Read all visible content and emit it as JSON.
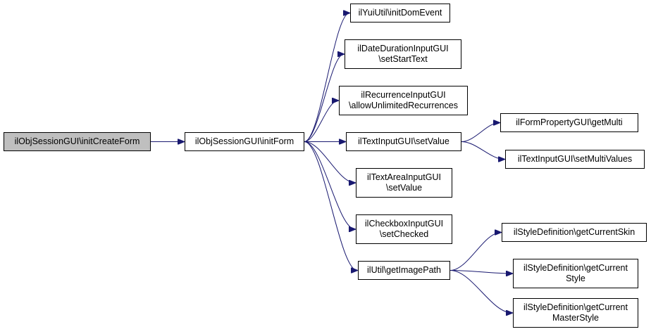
{
  "colors": {
    "edge": "#191970",
    "node_border": "#000000",
    "root_fill": "#bfbfbf",
    "node_fill": "#ffffff"
  },
  "nodes": {
    "init_create_form": "ilObjSessionGUI\\initCreateForm",
    "init_form": "ilObjSessionGUI\\initForm",
    "yui_init_dom_event": "ilYuiUtil\\initDomEvent",
    "date_duration_set_start_text": "ilDateDurationInputGUI\n\\setStartText",
    "recurrence_allow_unlimited": "ilRecurrenceInputGUI\n\\allowUnlimitedRecurrences",
    "text_input_set_value": "ilTextInputGUI\\setValue",
    "text_area_set_value": "ilTextAreaInputGUI\n\\setValue",
    "checkbox_set_checked": "ilCheckboxInputGUI\n\\setChecked",
    "util_get_image_path": "ilUtil\\getImagePath",
    "form_property_get_multi": "ilFormPropertyGUI\\getMulti",
    "text_input_set_multi_values": "ilTextInputGUI\\setMultiValues",
    "style_get_current_skin": "ilStyleDefinition\\getCurrentSkin",
    "style_get_current_style": "ilStyleDefinition\\getCurrent\nStyle",
    "style_get_current_master_style": "ilStyleDefinition\\getCurrent\nMasterStyle"
  },
  "edges": [
    [
      "init_create_form",
      "init_form"
    ],
    [
      "init_form",
      "yui_init_dom_event"
    ],
    [
      "init_form",
      "date_duration_set_start_text"
    ],
    [
      "init_form",
      "recurrence_allow_unlimited"
    ],
    [
      "init_form",
      "text_input_set_value"
    ],
    [
      "init_form",
      "text_area_set_value"
    ],
    [
      "init_form",
      "checkbox_set_checked"
    ],
    [
      "init_form",
      "util_get_image_path"
    ],
    [
      "text_input_set_value",
      "form_property_get_multi"
    ],
    [
      "text_input_set_value",
      "text_input_set_multi_values"
    ],
    [
      "util_get_image_path",
      "style_get_current_skin"
    ],
    [
      "util_get_image_path",
      "style_get_current_style"
    ],
    [
      "util_get_image_path",
      "style_get_current_master_style"
    ]
  ]
}
